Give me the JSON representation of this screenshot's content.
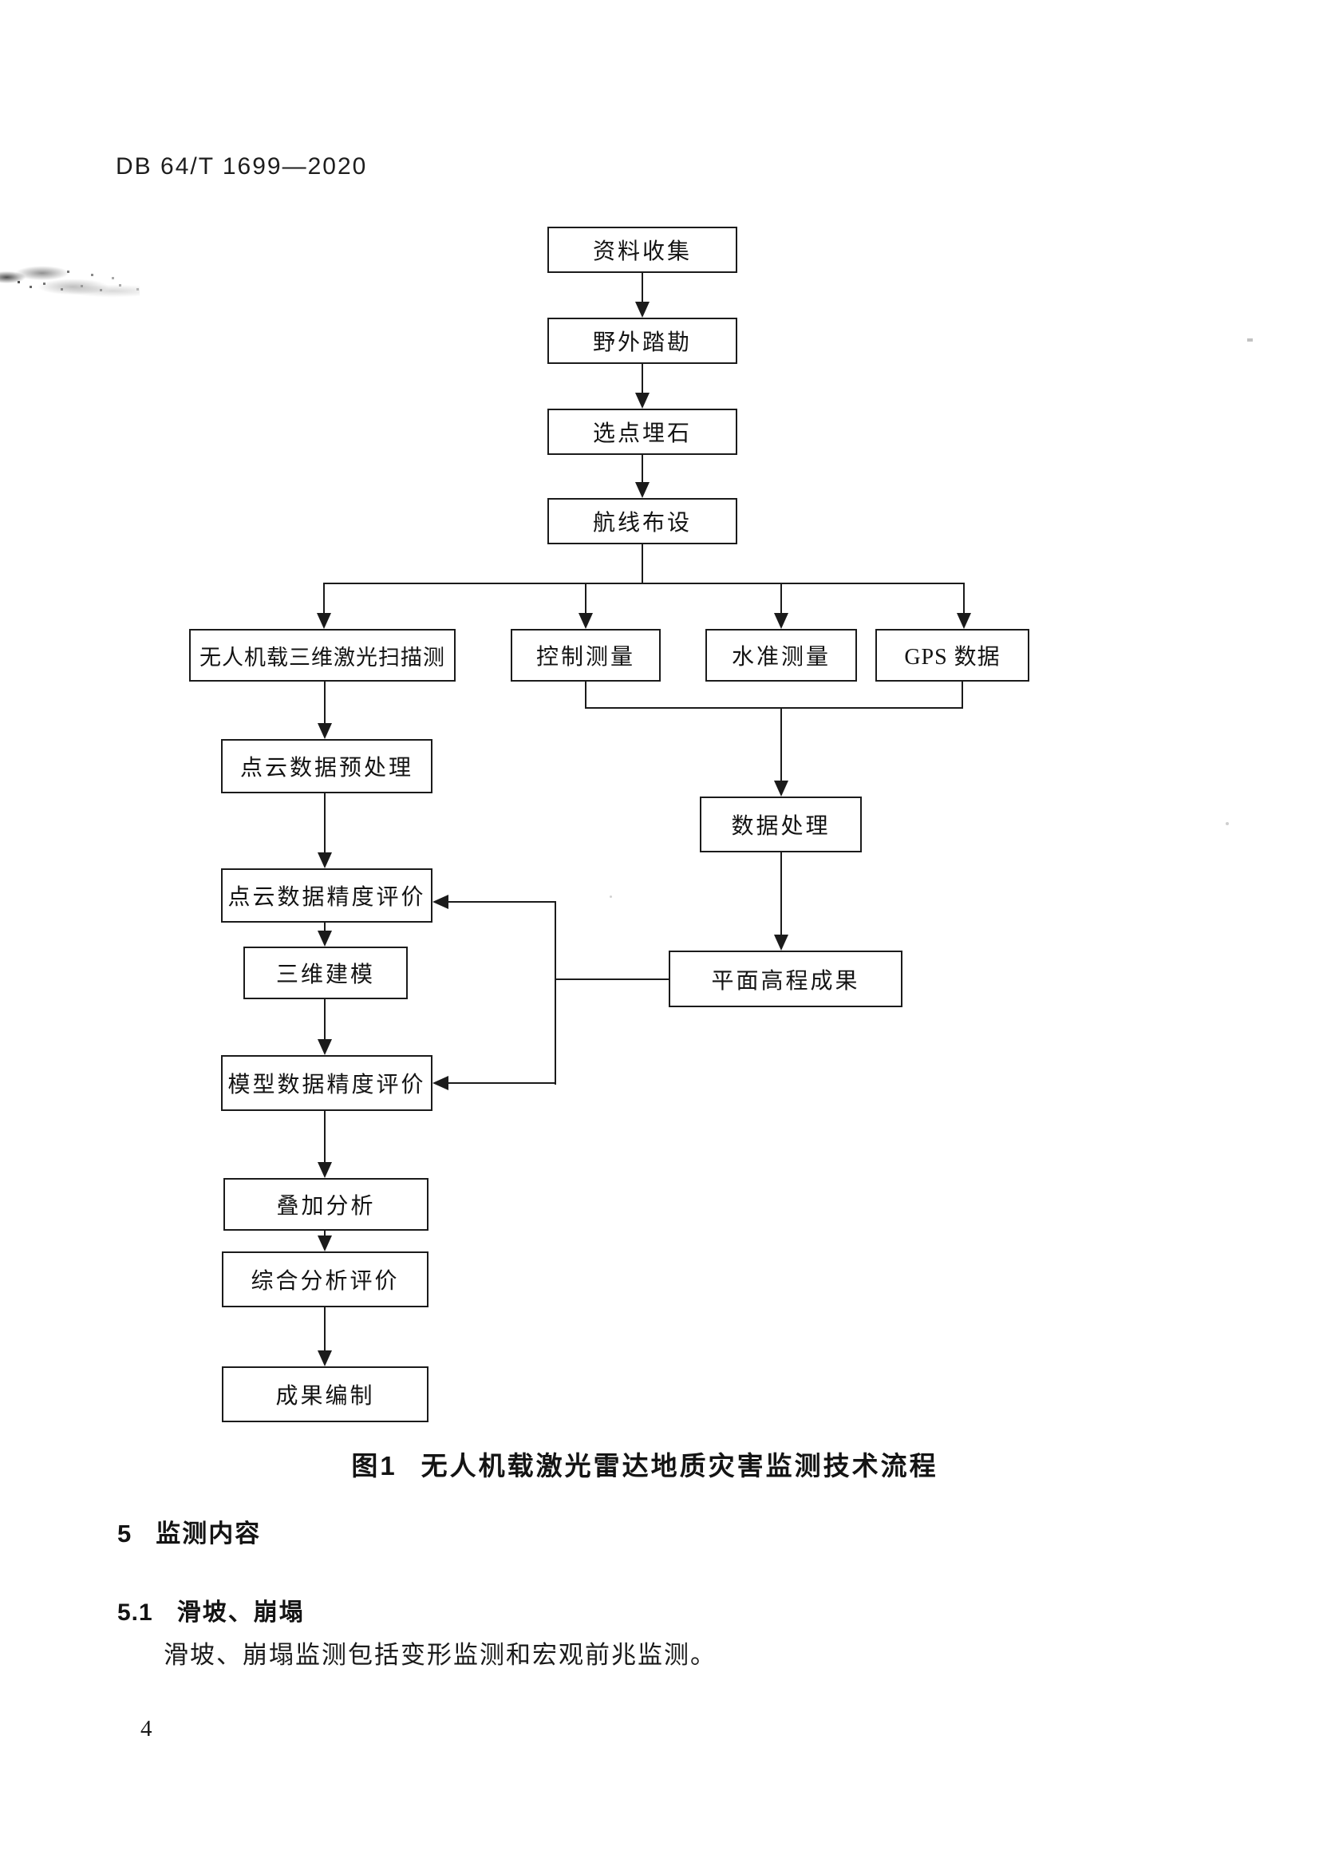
{
  "header": {
    "doc_code": "DB 64/T 1699—2020"
  },
  "flowchart": {
    "nodes": [
      {
        "id": "data-collection",
        "label": "资料收集"
      },
      {
        "id": "field-reconnaissance",
        "label": "野外踏勘"
      },
      {
        "id": "site-selection",
        "label": "选点埋石"
      },
      {
        "id": "route-layout",
        "label": "航线布设"
      },
      {
        "id": "uav-laser-scanning",
        "label": "无人机载三维激光扫描测"
      },
      {
        "id": "control-survey",
        "label": "控制测量"
      },
      {
        "id": "leveling-survey",
        "label": "水准测量"
      },
      {
        "id": "gps-data",
        "label": "GPS 数据"
      },
      {
        "id": "pointcloud-preprocess",
        "label": "点云数据预处理"
      },
      {
        "id": "data-processing",
        "label": "数据处理"
      },
      {
        "id": "pointcloud-accuracy",
        "label": "点云数据精度评价"
      },
      {
        "id": "modeling-3d",
        "label": "三维建模"
      },
      {
        "id": "plane-elevation-result",
        "label": "平面高程成果"
      },
      {
        "id": "model-accuracy",
        "label": "模型数据精度评价"
      },
      {
        "id": "overlay-analysis",
        "label": "叠加分析"
      },
      {
        "id": "comprehensive-analysis",
        "label": "综合分析评价"
      },
      {
        "id": "result-compilation",
        "label": "成果编制"
      }
    ]
  },
  "figure_caption": {
    "number": "图1",
    "title": "无人机载激光雷达地质灾害监测技术流程"
  },
  "section": {
    "number": "5",
    "title": "监测内容"
  },
  "subsection": {
    "number": "5.1",
    "title": "滑坡、崩塌"
  },
  "paragraph": "滑坡、崩塌监测包括变形监测和宏观前兆监测。",
  "footer": {
    "page_number": "4"
  }
}
